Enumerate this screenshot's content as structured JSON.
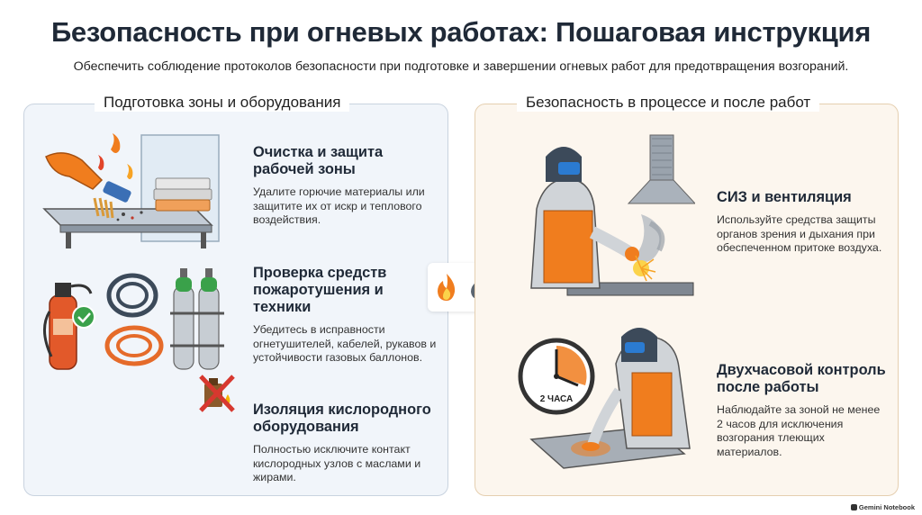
{
  "header": {
    "title": "Безопасность при огневых работах: Пошаговая инструкция",
    "subtitle": "Обеспечить соблюдение протоколов безопасности при подготовке и завершении огневых работ для предотвращения возгораний."
  },
  "left_panel": {
    "heading": "Подготовка зоны и оборудования",
    "items": [
      {
        "title": "Очистка и защита рабочей зоны",
        "body": "Удалите горючие материалы или защитите их от искр и теплового воздействия.",
        "icon": "brush-cleaning-icon"
      },
      {
        "title": "Проверка средств пожаротушения и техники",
        "body": "Убедитесь в исправности огнетушителей, кабелей, рукавов и устойчивости газовых баллонов.",
        "icon": "fire-extinguisher-icon"
      },
      {
        "title": "Изоляция кислородного оборудования",
        "body": "Полностью исключите контакт кислородных узлов с маслами и жирами.",
        "icon": "no-oil-icon"
      }
    ]
  },
  "right_panel": {
    "heading": "Безопасность в процессе и после работ",
    "items": [
      {
        "title": "СИЗ и вентиляция",
        "body": "Используйте средства защиты органов зрения и дыхания при обеспеченном притоке воздуха.",
        "icon": "welder-ventilation-icon"
      },
      {
        "title": "Двухчасовой контроль после работы",
        "body": "Наблюдайте за зоной не менее 2 часов для исключения возгорания тлеющих материалов.",
        "icon": "clock-icon"
      }
    ]
  },
  "clock_label": "2 ЧАСА",
  "branding": "Gemini Notebook",
  "colors": {
    "orange": "#f07d1e",
    "navy": "#1f2937",
    "left_bg": "#f1f5fa",
    "right_bg": "#fcf6ee",
    "red": "#d7382f",
    "green": "#3aa14a"
  }
}
